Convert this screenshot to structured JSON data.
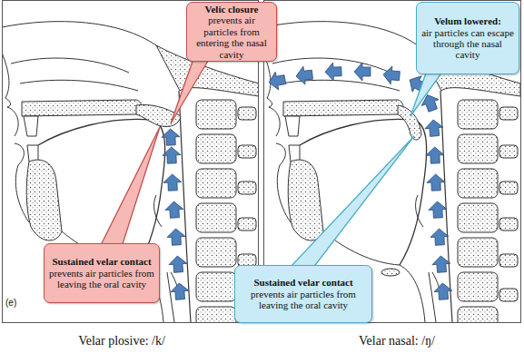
{
  "diagram": {
    "nodes": [
      {
        "text": [
          "Velic closure",
          "prevents air particles from entering the nasal cavity"
        ]
      },
      {
        "text": [
          "Sustained velar contact",
          "prevents air particles from leaving the oral cavity"
        ]
      },
      {
        "text": [
          "Velum lowered:",
          "air particles can escape through the nasal cavity"
        ]
      },
      {
        "text": [
          "Sustained velar contact",
          "prevents air particles from leaving the oral cavity"
        ]
      }
    ],
    "labels": [
      "(e)",
      "Velar plosive: /k/",
      "Velar nasal: /ŋ/"
    ]
  }
}
